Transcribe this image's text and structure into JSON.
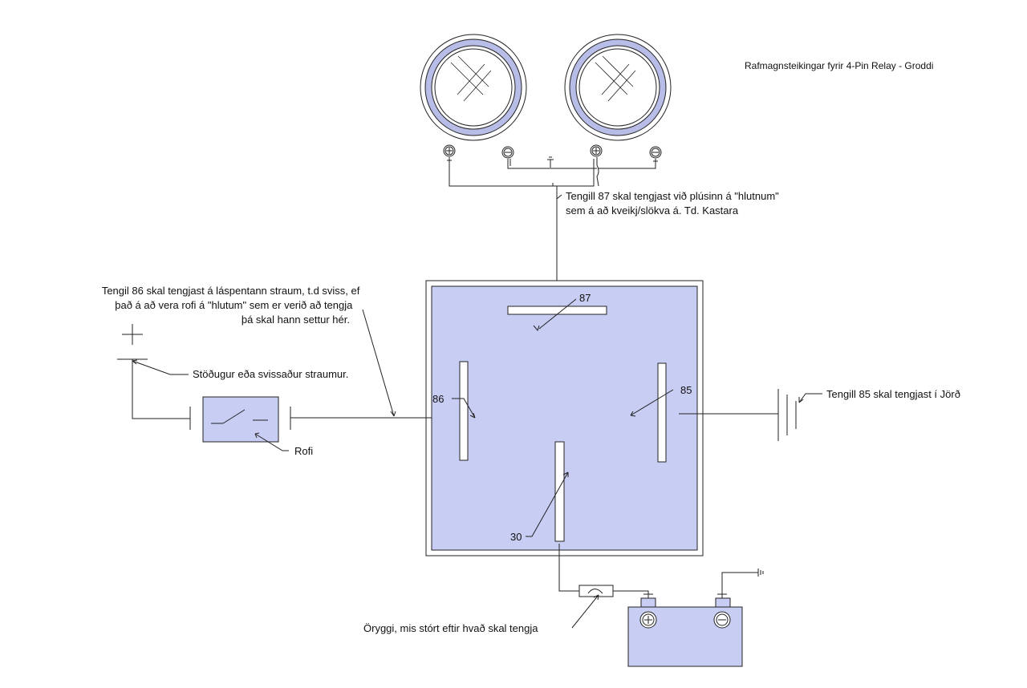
{
  "title": "Rafmagnsteikingar fyrir 4-Pin Relay - Groddi",
  "pins": {
    "p87": "87",
    "p86": "86",
    "p85": "85",
    "p30": "30"
  },
  "notes": {
    "n87": [
      "Tengill 87 skal tengjast við plúsinn á \"hlutnum\"",
      "sem á að kveikj/slökva á. Td. Kastara"
    ],
    "n86": [
      "Tengil 86 skal tengjast á láspentann straum, t.d sviss, ef",
      "það á að vera rofi á \"hlutum\" sem er verið að tengja",
      "þá skal hann settur hér."
    ],
    "constant": "Stöðugur eða svissaður straumur.",
    "switch": "Rofi",
    "n85": "Tengill 85 skal tengjast í Jörð",
    "fuse": "Öryggi, mis stórt eftir hvað skal tengja"
  },
  "colors": {
    "relay_fill": "#c8cdf4",
    "lamp_ring": "#b7bde6",
    "line": "#222222"
  }
}
